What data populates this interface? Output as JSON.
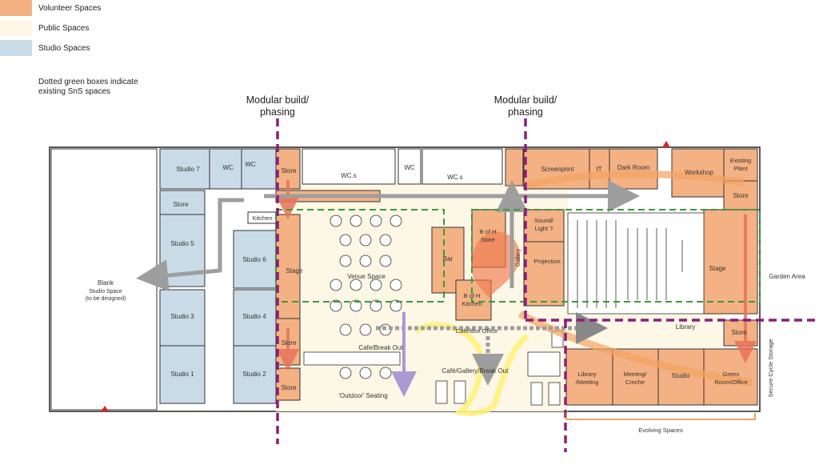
{
  "legend": {
    "volunteer": {
      "label": "Volunteer Spaces",
      "color": "#f4b183"
    },
    "public": {
      "label": "Public Spaces",
      "color": "#fdf7e6"
    },
    "studio": {
      "label": "Studio Spaces",
      "color": "#c9dbe7"
    }
  },
  "note": "Dotted green boxes indicate\nexisting SnS spaces",
  "phasing": {
    "left_label": "Modular build/\nphasing",
    "right_label": "Modular build/\nphasing",
    "line_color": "#8b1f7d"
  },
  "existing_outline_color": "#3a9a3a",
  "rooms": {
    "studio7": "Studio 7",
    "wc1": "WC",
    "wc2": "WC",
    "store_a": "Store",
    "studio5": "Studio 5",
    "studio6": "Studio 6",
    "studio3": "Studio 3",
    "studio4": "Studio 4",
    "studio1": "Studio 1",
    "studio2": "Studio 2",
    "blank_line1": "Blank",
    "blank_line2": "Studio Space",
    "blank_line3": "(to be designed)",
    "store_top": "Store",
    "wcs_1": "WC.s",
    "wc3": "WC",
    "wcs_2": "WC.s",
    "kitchen": "Kitchen",
    "stage_left": "Stage",
    "venue": "Venue Space",
    "bar": "Bar",
    "bofh_store_1": "B of H",
    "bofh_store_2": "Store",
    "bofh_kitchen_1": "B of H",
    "bofh_kitchen_2": "Kitchen",
    "gallery": "Gallery",
    "cafe_box_office": "Cafe/Box Office",
    "store_mid": "Store",
    "cafe_breakout": "Cafe/Break Out",
    "cafe_gallery": "Café/Gallery/Break Out",
    "store_bottom": "Store",
    "outdoor": "'Outdoor' Seating",
    "screenprint": "Screenprint",
    "it": "IT",
    "dark_room": "Dark Room",
    "workshop": "Workshop",
    "existing_plant_1": "Existing",
    "existing_plant_2": "Plant",
    "store_right1": "Store",
    "sound_1": "Sound/",
    "sound_2": "Light ?",
    "projection": "Projection",
    "stage_right": "Stage",
    "library": "Library",
    "store_right2": "Store",
    "library_meeting_1": "Library",
    "library_meeting_2": "/Meeting",
    "meeting_1": "Meeting/",
    "meeting_2": "Creche",
    "studio": "Studio",
    "green_room_1": "Green",
    "green_room_2": "Room/Office",
    "garden": "Garden Area",
    "cycle": "Secure Cycle Storage",
    "evolving": "Evolving Spaces"
  }
}
